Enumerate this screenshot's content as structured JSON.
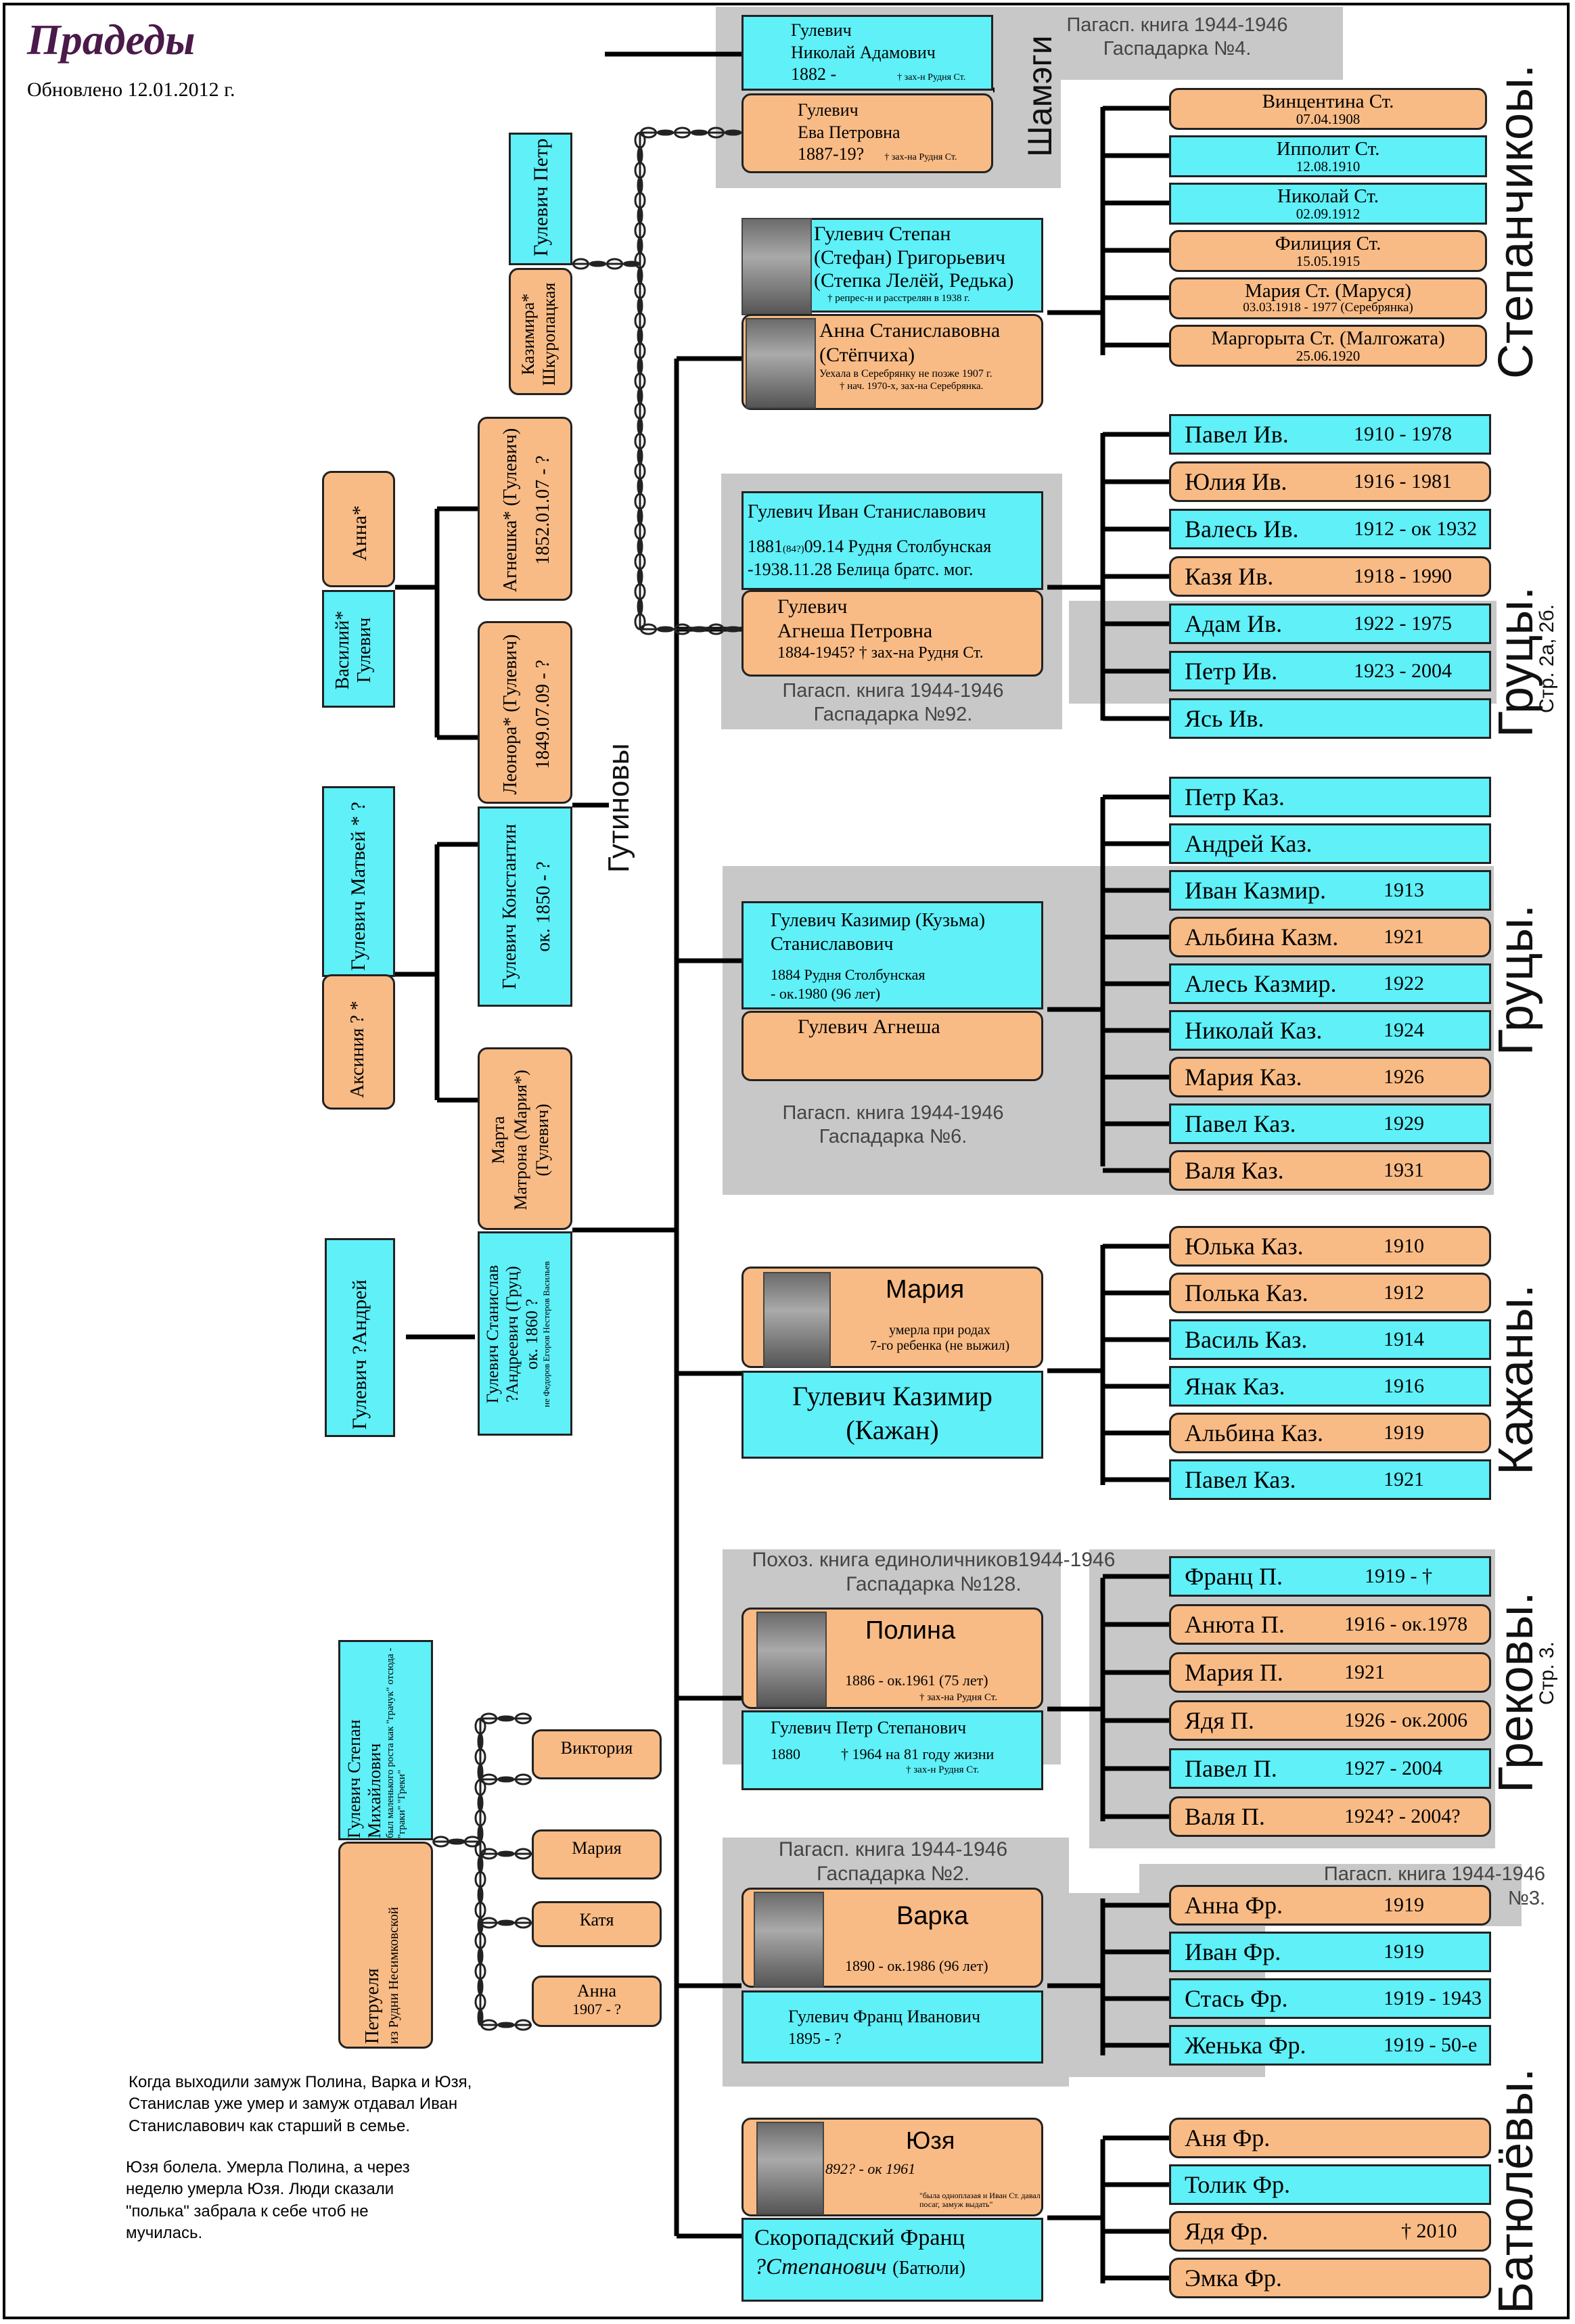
{
  "header": {
    "title": "Прадеды",
    "updated": "Обновлено 12.01.2012 г."
  },
  "ancestors": {
    "petr": "Гулевич Петр",
    "kazimira": "Казимира* Шкуропацкая",
    "anna": "Анна*",
    "vasiliy": "Василий* Гулевич",
    "agnesha": "Агнешка* (Гулевич)",
    "agnesha_dates": "1852.01.07 - ?",
    "leonora": "Леонора* (Гулевич)",
    "leonora_dates": "1849.07.09 - ?",
    "gutinovy": "Гутиновы",
    "matvey": "Гулевич Матвей * ?",
    "aksiniya": "Аксиния ? *",
    "konstantin": "Гулевич Константин",
    "konstantin_dates": "ок. 1850 - ?",
    "marta": "Марта",
    "matrona": "Матрона (Мария*)",
    "matrona2": "(Гулевич)",
    "andrey": "Гулевич ?Андрей",
    "stanislav1": "Гулевич Станислав",
    "stanislav2": "?Андреевич (Груц)",
    "stanislav3": "ок. 1860 ?",
    "stanislav_note": "не Федоров Егоров Нестеров Васильев",
    "stepan_m1": "Гулевич Степан",
    "stepan_m2": "Михайлович",
    "stepan_m_note": "был маленького роста как \"грачук\" отсюда - \"граки\" \"Греки\"",
    "petrulya": "Петруеля",
    "petrulya_note": "из Рудни Несимковской"
  },
  "sisters": [
    "Виктория",
    "Мария",
    "Катя",
    "Анна"
  ],
  "sister_anna_dates": "1907 - ?",
  "couples": {
    "shamegi": {
      "husband1": "Гулевич",
      "husband2": "Николай Адамович",
      "husband_dates": "1882 -",
      "husband_note": "† зах-н Рудня Ст.",
      "wife1": "Гулевич",
      "wife2": "Ева Петровна",
      "wife_dates": "1887-19?",
      "wife_note": "† зах-на Рудня Ст.",
      "book1": "Пагасп. книга 1944-1946",
      "book2": "Гаспадарка №4.",
      "family": "Шамэги"
    },
    "stepanchiki": {
      "h1": "Гулевич Степан",
      "h2": "(Стефан) Григорьевич",
      "h3": "(Степка Лелёй, Редька)",
      "h_note": "† репрес-н и расстрелян в 1938 г.",
      "w1": "Анна Станиславовна",
      "w2": "(Стёпчиха)",
      "w_note1": "Уехала в Серебрянку не позже 1907 г.",
      "w_note2": "† нач. 1970-х, зах-на Серебрянка.",
      "family": "Степанчикоы."
    },
    "grutsy1": {
      "h1": "Гулевич Иван Станиславович",
      "h2": "1881",
      "h2small": "(84?)",
      "h2b": "09.14 Рудня Столбунская",
      "h3": "-1938.11.28 Белица братс. мог.",
      "w1": "Гулевич",
      "w2": "Агнеша Петровна",
      "w_dates": "1884-1945?  †  зах-на Рудня Ст.",
      "book1": "Пагасп. книга 1944-1946",
      "book2": "Гаспадарка №92.",
      "family": "Груцы.",
      "page": "Стр. 2а, 2б."
    },
    "grutsy2": {
      "h1": "Гулевич Казимир (Кузьма)",
      "h2": "Станиславович",
      "h3": "1884 Рудня Столбунская",
      "h4": "- ок.1980 (96 лет)",
      "w1": "Гулевич Агнеша",
      "book1": "Пагасп. книга 1944-1946",
      "book2": "Гаспадарка №6.",
      "family": "Груцы."
    },
    "kazhany": {
      "w1": "Мария",
      "w_note1": "умерла при родах",
      "w_note2": "7-го ребенка (не выжил)",
      "h1": "Гулевич Казимир",
      "h2": "(Кажан)",
      "family": "Кажаны."
    },
    "grekovy": {
      "book1": "Похоз. книга единоличников1944-1946",
      "book2": "Гаспадарка №128.",
      "w1": "Полина",
      "w_dates": "1886 - ок.1961 (75 лет)",
      "w_note": "† зах-на Рудня Ст.",
      "h1": "Гулевич Петр Степанович",
      "h2": "1880",
      "h2b": "†  1964 на 81 году жизни",
      "h_note": "† зах-н Рудня Ст.",
      "family": "Грековы.",
      "page": "Стр. 3."
    },
    "varka": {
      "book1": "Пагасп. книга 1944-1946",
      "book2": "Гаспадарка №2.",
      "w1": "Варка",
      "w_dates": "1890 - ок.1986 (96 лет)",
      "h1": "Гулевич Франц Иванович",
      "h2": "1895 - ?",
      "book3": "Пагасп. книга 1944-1946",
      "book4": "№3."
    },
    "batyulevy": {
      "w1": "Юзя",
      "w_dates": "1892? - ок 1961",
      "w_note": "\"была одноплазая и Иван Ст. давал посаг, замуж выдать\"",
      "h1": "Скоропадский Франц",
      "h2": "?Степанович",
      "h3": "(Батюли)",
      "family": "Батюлёвы."
    }
  },
  "children": {
    "stepanchiki": [
      {
        "name": "Винцентина Ст.",
        "date": "07.04.1908",
        "color": "or"
      },
      {
        "name": "Ипполит Ст.",
        "date": "12.08.1910",
        "color": "cy"
      },
      {
        "name": "Николай Ст.",
        "date": "02.09.1912",
        "color": "cy"
      },
      {
        "name": "Филиция Ст.",
        "date": "15.05.1915",
        "color": "or"
      },
      {
        "name": "Мария Ст. (Маруся)",
        "date": "03.03.1918 - 1977 (Серебрянка)",
        "color": "or"
      },
      {
        "name": "Маргорыта Ст. (Малгожата)",
        "date": "25.06.1920",
        "color": "or"
      }
    ],
    "grutsy1": [
      {
        "name": "Павел Ив.",
        "years": "1910 - 1978",
        "color": "cy"
      },
      {
        "name": "Юлия Ив.",
        "years": "1916 - 1981",
        "color": "or"
      },
      {
        "name": "Валесь Ив.",
        "years": "1912 - ок 1932",
        "color": "cy"
      },
      {
        "name": "Казя Ив.",
        "years": "1918 - 1990",
        "color": "or"
      },
      {
        "name": "Адам Ив.",
        "years": "1922 - 1975",
        "color": "cy"
      },
      {
        "name": "Петр Ив.",
        "years": "1923 - 2004",
        "color": "cy"
      },
      {
        "name": "Ясь Ив.",
        "years": "",
        "color": "cy"
      }
    ],
    "grutsy2": [
      {
        "name": "Петр Каз.",
        "years": "",
        "color": "cy"
      },
      {
        "name": "Андрей Каз.",
        "years": "",
        "color": "cy"
      },
      {
        "name": "Иван Казмир.",
        "years": "1913",
        "color": "cy"
      },
      {
        "name": "Альбина Казм.",
        "years": "1921",
        "color": "or"
      },
      {
        "name": "Алесь Казмир.",
        "years": "1922",
        "color": "cy"
      },
      {
        "name": "Николай Каз.",
        "years": "1924",
        "color": "cy"
      },
      {
        "name": "Мария Каз.",
        "years": "1926",
        "color": "or"
      },
      {
        "name": "Павел Каз.",
        "years": "1929",
        "color": "cy"
      },
      {
        "name": "Валя Каз.",
        "years": "1931",
        "color": "or"
      }
    ],
    "kazhany": [
      {
        "name": "Юлька Каз.",
        "years": "1910",
        "color": "or"
      },
      {
        "name": "Полька Каз.",
        "years": "1912",
        "color": "or"
      },
      {
        "name": "Василь Каз.",
        "years": "1914",
        "color": "cy"
      },
      {
        "name": "Янак Каз.",
        "years": "1916",
        "color": "cy"
      },
      {
        "name": "Альбина Каз.",
        "years": "1919",
        "color": "or"
      },
      {
        "name": "Павел Каз.",
        "years": "1921",
        "color": "cy"
      }
    ],
    "grekovy": [
      {
        "name": "Франц П.",
        "years": "1919 -      †",
        "color": "cy"
      },
      {
        "name": "Анюта П.",
        "years": "1916 - ок.1978",
        "color": "or"
      },
      {
        "name": "Мария П.",
        "years": "1921",
        "color": "or"
      },
      {
        "name": "Ядя П.",
        "years": "1926 - ок.2006",
        "color": "or"
      },
      {
        "name": "Павел П.",
        "years": "1927 - 2004",
        "color": "cy"
      },
      {
        "name": "Валя П.",
        "years": "1924? - 2004?",
        "color": "or"
      }
    ],
    "varka": [
      {
        "name": "Анна Фр.",
        "years": "1919",
        "color": "or"
      },
      {
        "name": "Иван Фр.",
        "years": "1919",
        "color": "cy"
      },
      {
        "name": "Стась Фр.",
        "years": "1919 - 1943",
        "color": "cy"
      },
      {
        "name": "Женька Фр.",
        "years": "1919 - 50-е",
        "color": "cy"
      }
    ],
    "batyulevy": [
      {
        "name": "Аня Фр.",
        "years": "",
        "color": "or"
      },
      {
        "name": "Толик Фр.",
        "years": "",
        "color": "cy"
      },
      {
        "name": "Ядя Фр.",
        "years": "†  2010",
        "color": "or"
      },
      {
        "name": "Эмка Фр.",
        "years": "",
        "color": "or"
      }
    ]
  },
  "notes": {
    "note1": "Когда выходили замуж Полина, Варка и Юзя, Станислав уже умер и замуж отдавал Иван Станиславович как старший в семье.",
    "note2": "Юзя болела. Умерла Полина, а через неделю умерла Юзя. Люди сказали \"полька\" забрала к себе чтоб не мучилась."
  },
  "colors": {
    "cyan": "#5ff0f8",
    "orange": "#f9bb85",
    "gray": "#c8c8c8",
    "title": "#4a1a4a"
  }
}
